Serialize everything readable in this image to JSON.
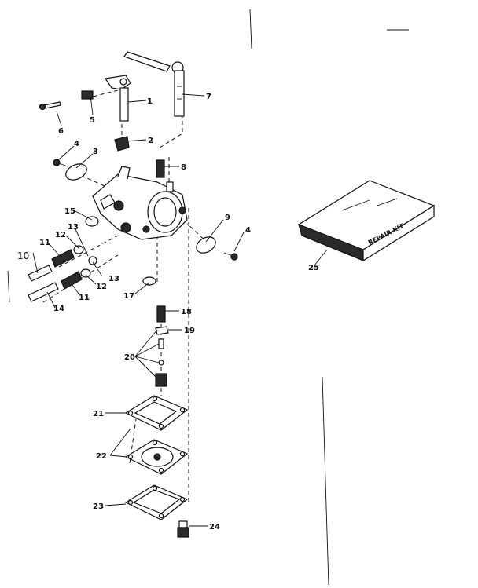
{
  "callouts": [
    {
      "id": "c1",
      "text": "1"
    },
    {
      "id": "c2",
      "text": "2"
    },
    {
      "id": "c3",
      "text": "3"
    },
    {
      "id": "c4a",
      "text": "4"
    },
    {
      "id": "c4b",
      "text": "4"
    },
    {
      "id": "c5",
      "text": "5"
    },
    {
      "id": "c6",
      "text": "6"
    },
    {
      "id": "c7",
      "text": "7"
    },
    {
      "id": "c8",
      "text": "8"
    },
    {
      "id": "c9",
      "text": "9"
    },
    {
      "id": "c10",
      "text": "10"
    },
    {
      "id": "c11a",
      "text": "11"
    },
    {
      "id": "c11b",
      "text": "11"
    },
    {
      "id": "c12a",
      "text": "12"
    },
    {
      "id": "c12b",
      "text": "12"
    },
    {
      "id": "c13a",
      "text": "13"
    },
    {
      "id": "c13b",
      "text": "13"
    },
    {
      "id": "c14",
      "text": "14"
    },
    {
      "id": "c15",
      "text": "15"
    },
    {
      "id": "c17",
      "text": "17"
    },
    {
      "id": "c18",
      "text": "18"
    },
    {
      "id": "c19",
      "text": "19"
    },
    {
      "id": "c20",
      "text": "20"
    },
    {
      "id": "c21",
      "text": "21"
    },
    {
      "id": "c22",
      "text": "22"
    },
    {
      "id": "c23",
      "text": "23"
    },
    {
      "id": "c24",
      "text": "24"
    },
    {
      "id": "c25",
      "text": "25"
    }
  ],
  "repair_kit": {
    "label": "REPAIR KIT"
  }
}
